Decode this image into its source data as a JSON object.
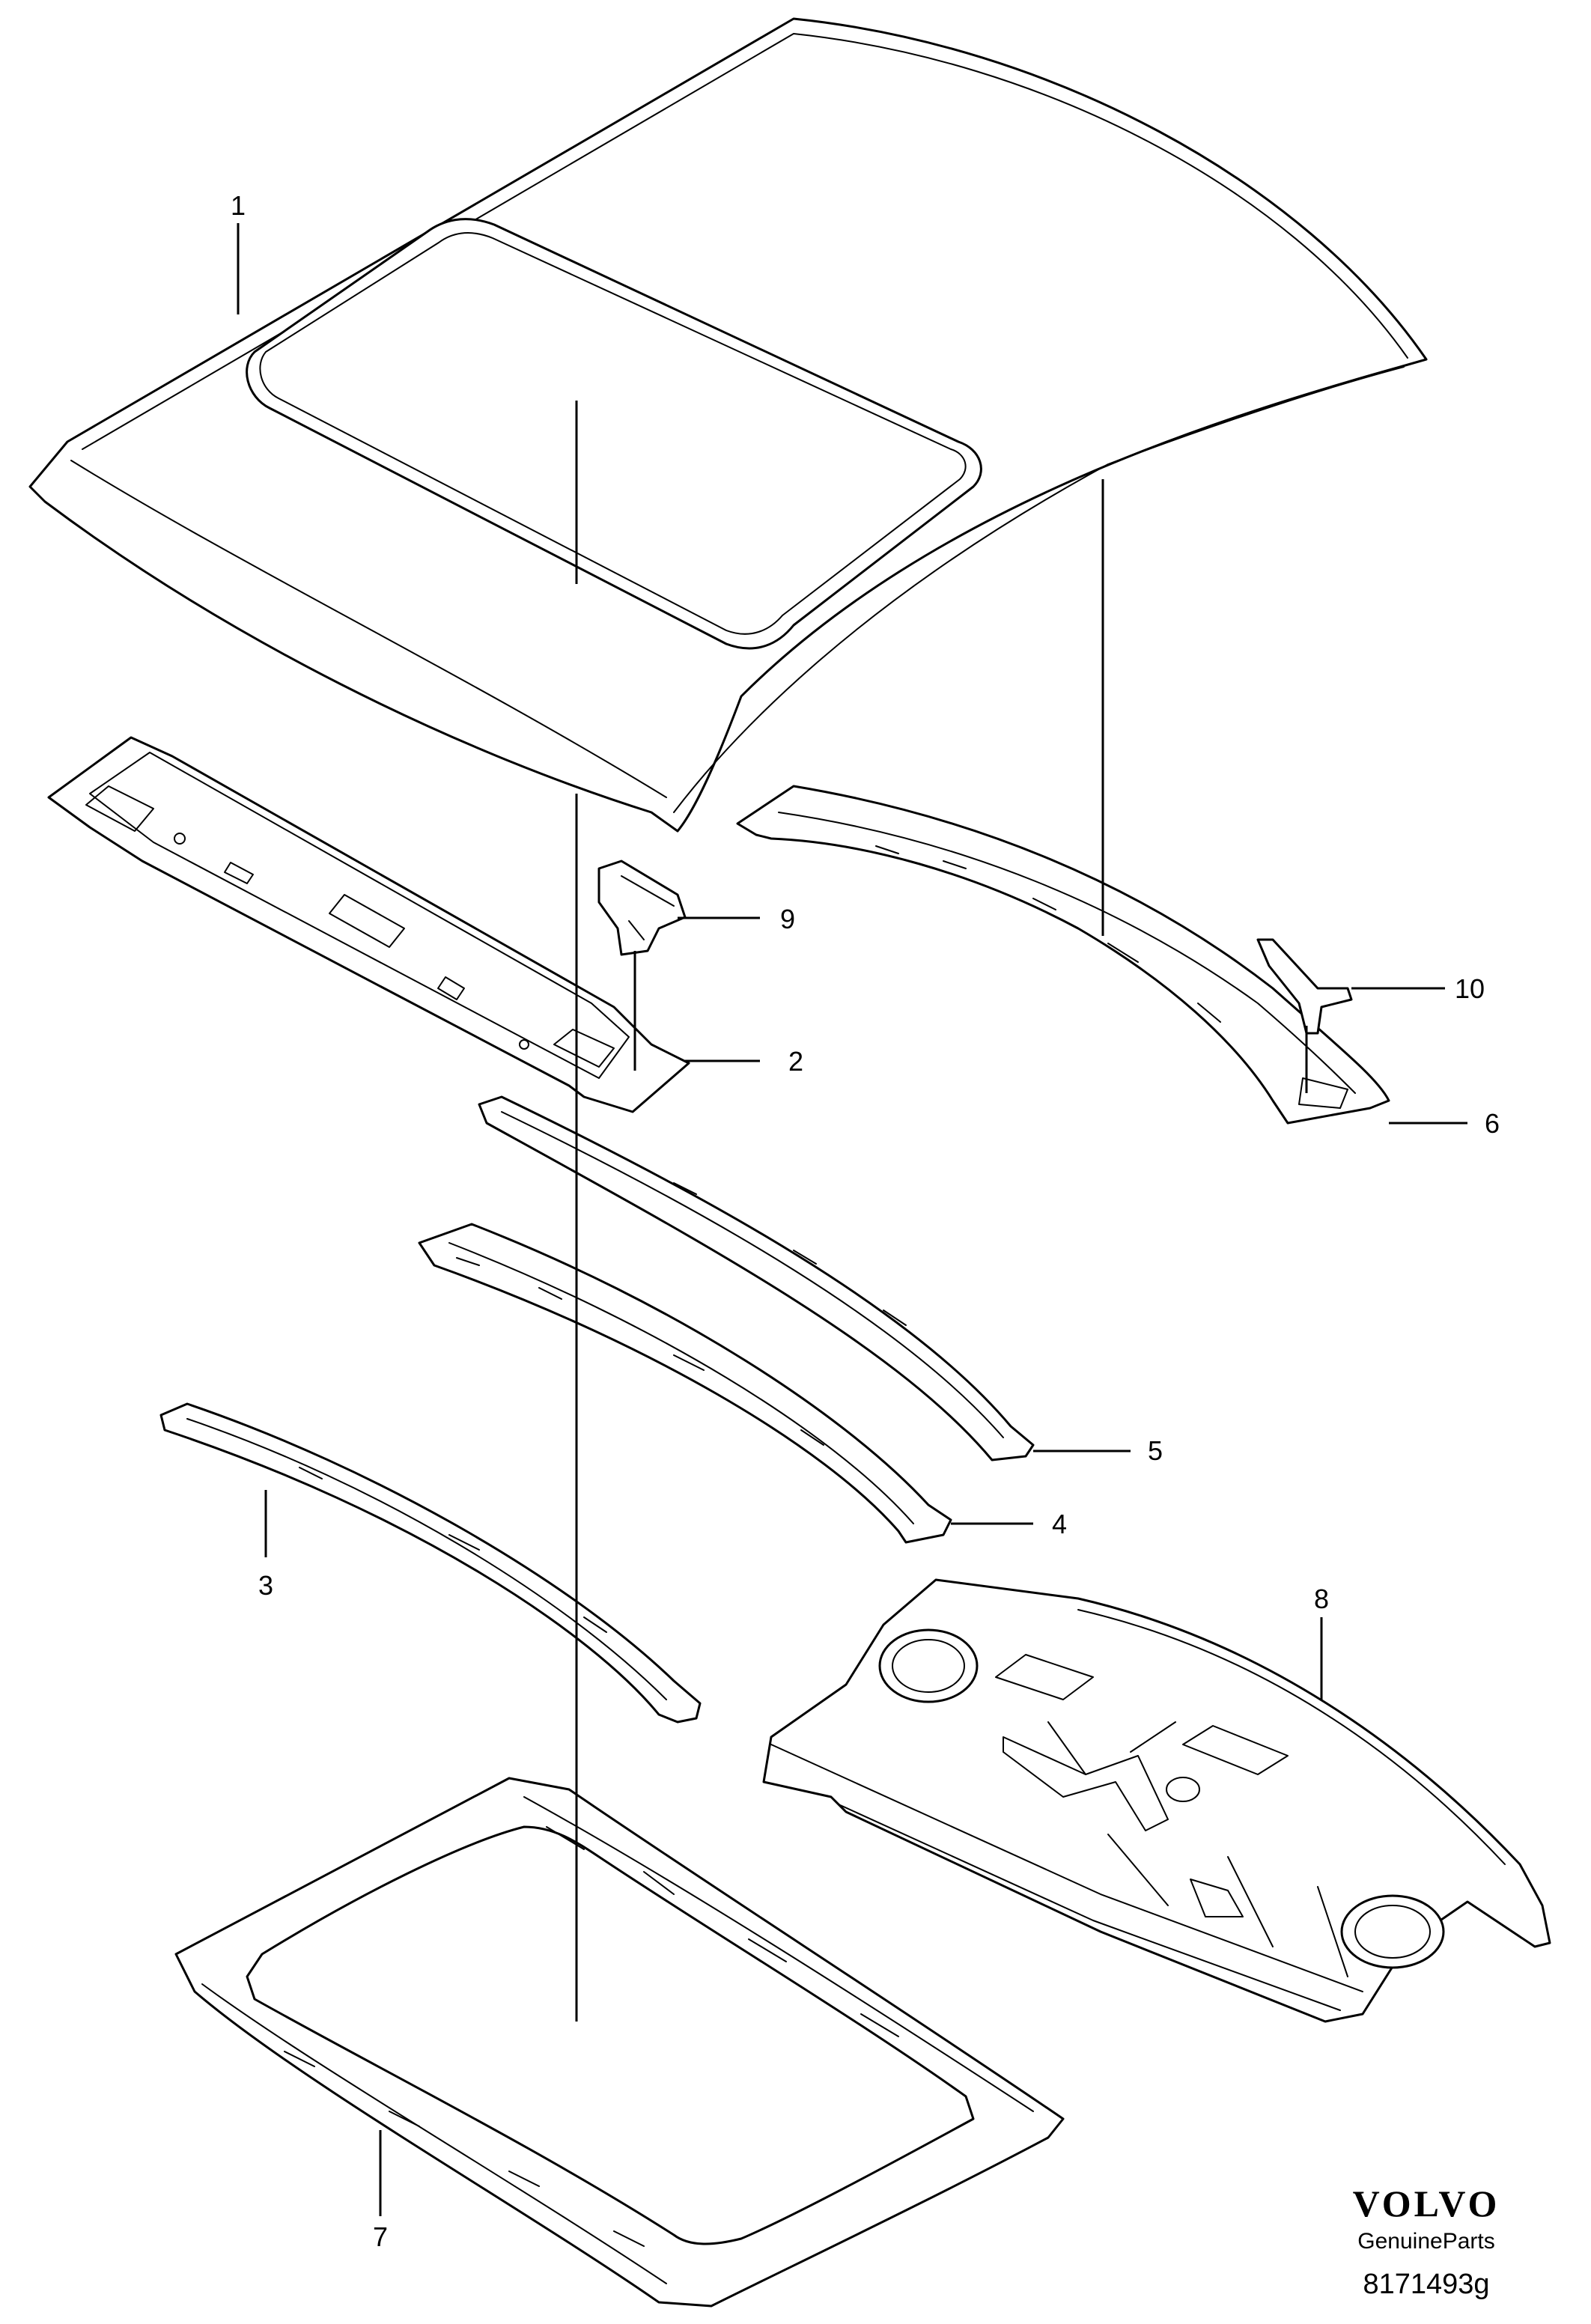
{
  "callouts": [
    "1",
    "2",
    "3",
    "4",
    "5",
    "6",
    "7",
    "8",
    "9",
    "10"
  ],
  "brand": {
    "logo_text": "VOLVO",
    "subtitle": "GenuineParts",
    "reference": "8171493g"
  }
}
